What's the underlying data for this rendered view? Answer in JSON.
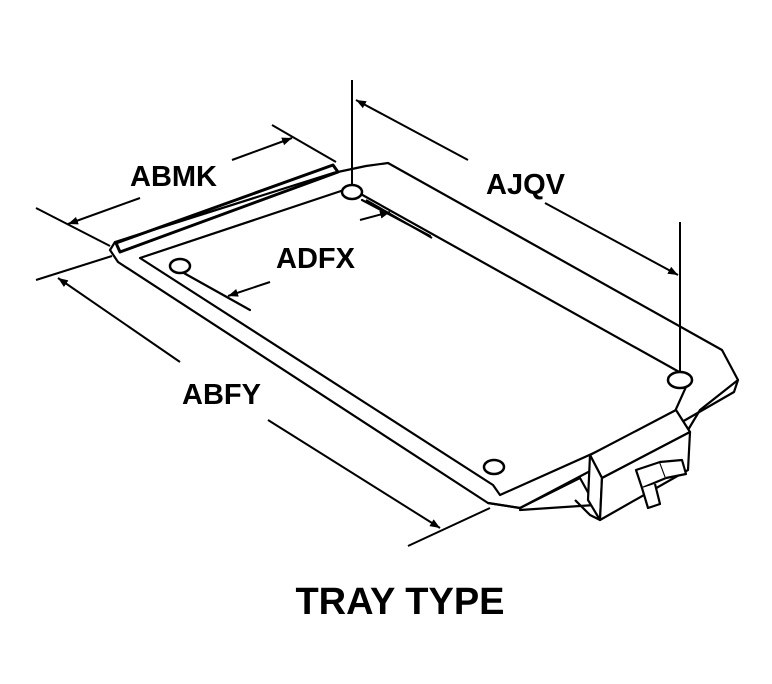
{
  "dimensions": {
    "abmk": "ABMK",
    "ajqv": "AJQV",
    "adfx": "ADFX",
    "abfy": "ABFY"
  },
  "caption": "TRAY TYPE",
  "colors": {
    "ink": "#000000",
    "paper": "#ffffff"
  }
}
